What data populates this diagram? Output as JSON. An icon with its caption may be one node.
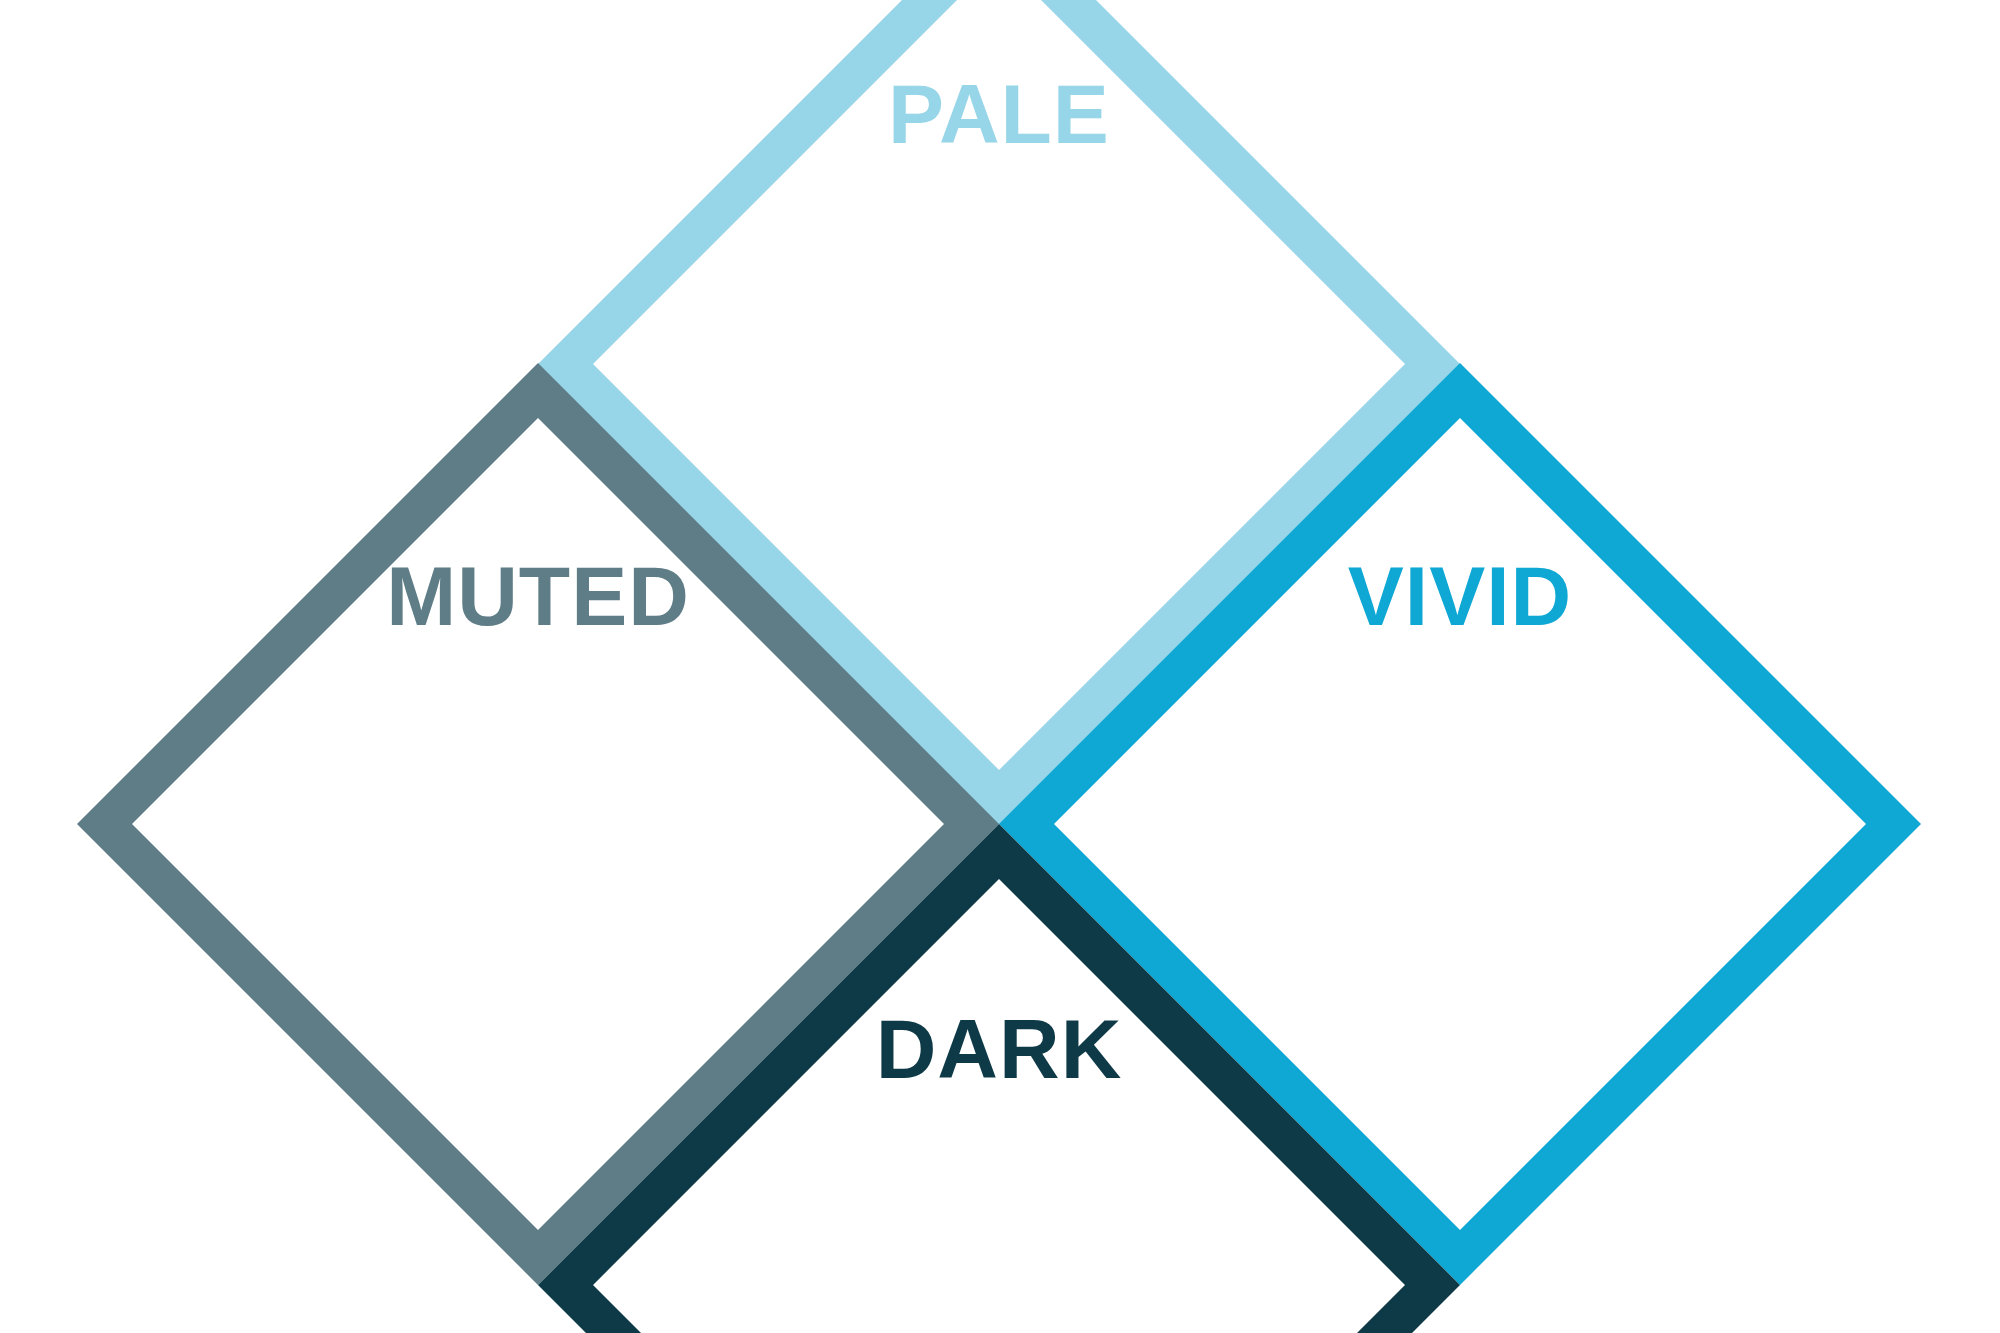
{
  "diagram": {
    "nodes": [
      {
        "text": [
          "PALE"
        ]
      },
      {
        "text": [
          "MUTED"
        ]
      },
      {
        "text": [
          "VIVID"
        ]
      },
      {
        "text": [
          "DARK"
        ]
      }
    ]
  }
}
